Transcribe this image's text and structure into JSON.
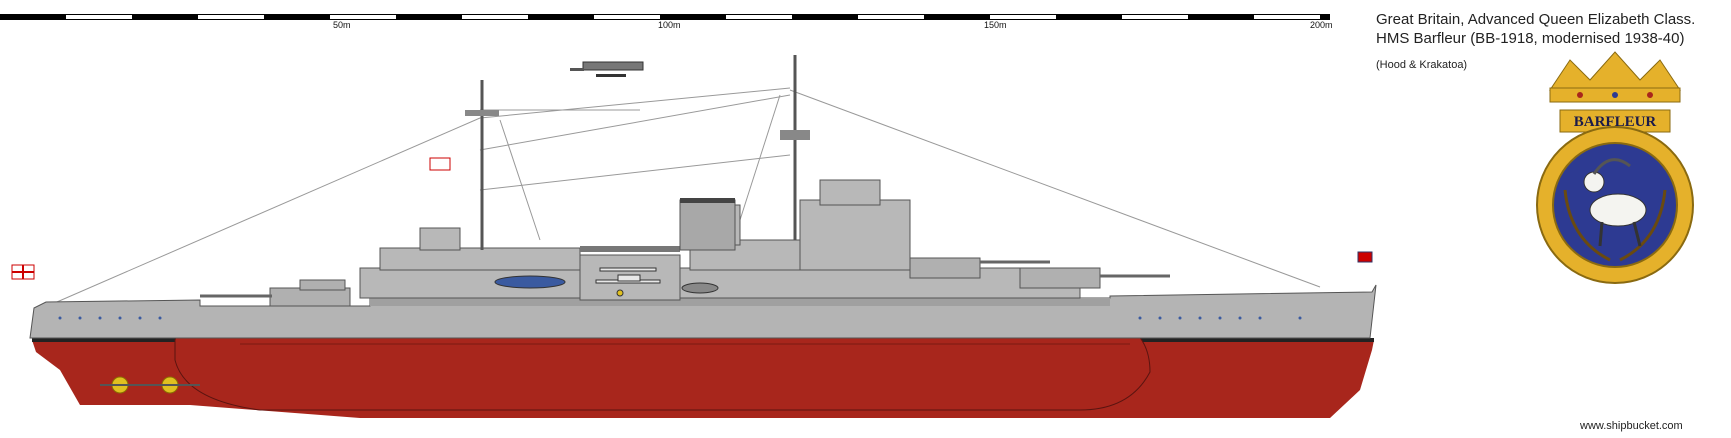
{
  "scale": {
    "ticks": [
      "50m",
      "100m",
      "150m",
      "200m"
    ]
  },
  "info": {
    "line1": "Great Britain, Advanced Queen Elizabeth Class.",
    "line2": "HMS Barfleur (BB-1918, modernised 1938-40)",
    "line3": "(Hood & Krakatoa)"
  },
  "crest": {
    "name": "BARFLEUR"
  },
  "credit": "www.shipbucket.com",
  "colors": {
    "hull_grey": "#b4b4b4",
    "hull_red": "#a8261c",
    "crest_blue": "#2d3a92",
    "crest_gold": "#e5b12b",
    "propeller": "#e0c020"
  }
}
